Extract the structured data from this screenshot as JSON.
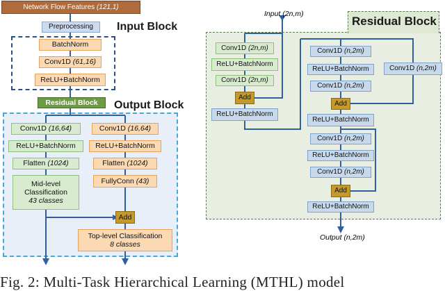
{
  "left": {
    "network_flow": "Network Flow Features",
    "network_flow_dim": "(121,1)",
    "preprocessing": "Preprocessing",
    "input_block_label": "Input Block",
    "batchnorm": "BatchNorm",
    "conv1d": "Conv1D",
    "conv1d_dim": "(61,16)",
    "relu_bn": "ReLU+BatchNorm",
    "residual_block": "Residual Block",
    "output_block_label": "Output Block",
    "left_branch": {
      "conv": "Conv1D",
      "conv_dim": "(16,64)",
      "relu": "ReLU+BatchNorm",
      "flatten": "Flatten",
      "flatten_dim": "(1024)",
      "mid_line1": "Mid-level",
      "mid_line2": "Classification",
      "mid_classes": "43 classes"
    },
    "right_branch": {
      "conv": "Conv1D",
      "conv_dim": "(16,64)",
      "relu": "ReLU+BatchNorm",
      "flatten": "Flatten",
      "flatten_dim": "(1024)",
      "fc": "FullyConn",
      "fc_dim": "(43)",
      "add": "Add",
      "top_line1": "Top-level Classification",
      "top_classes": "8 classes"
    }
  },
  "right": {
    "title": "Residual Block",
    "input": "Input (2n,m)",
    "output": "Output (n,2m)",
    "col1": {
      "conv_a": "Conv1D",
      "conv_a_dim": "(2n,m)",
      "relu_a": "ReLU+BatchNorm",
      "conv_b": "Conv1D",
      "conv_b_dim": "(2n,m)",
      "add": "Add",
      "relu_b": "ReLU+BatchNorm"
    },
    "col2": {
      "conv1": "Conv1D",
      "conv1_dim": "(n,2m)",
      "relu1": "ReLU+BatchNorm",
      "conv2": "Conv1D",
      "conv2_dim": "(n,2m)",
      "add1": "Add",
      "relu2": "ReLU+BatchNorm",
      "conv3": "Conv1D",
      "conv3_dim": "(n,2m)",
      "relu3": "ReLU+BatchNorm",
      "conv4": "Conv1D",
      "conv4_dim": "(n,2m)",
      "add2": "Add",
      "relu4": "ReLU+BatchNorm"
    },
    "side_conv": "Conv1D",
    "side_conv_dim": "(n,2m)"
  },
  "caption": "Fig. 2: Multi-Task Hierarchical Learning (MTHL) model"
}
